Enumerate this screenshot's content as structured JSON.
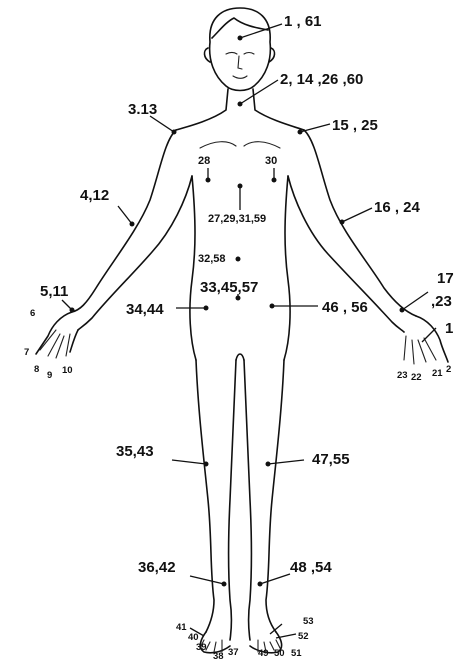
{
  "labels": {
    "l1": "1 , 61",
    "l2": "2, 14 ,26 ,60",
    "l3": "3.13",
    "l4": "15 , 25",
    "l5": "28",
    "l6": "30",
    "l7": "27,29,31,59",
    "l8": "4,12",
    "l9": "16 , 24",
    "l10": "32,58",
    "l11": "33,45,57",
    "l12": "5,11",
    "l13": "17",
    "l14": ",23",
    "l15": "34,44",
    "l16": "46 , 56",
    "l17": "6",
    "l18": "7",
    "l19": "8",
    "l20": "9",
    "l21": "10",
    "l22": "1",
    "l23": "23",
    "l24": "22",
    "l25": "21",
    "l26": "2",
    "l27": "35,43",
    "l28": "47,55",
    "l29": "36,42",
    "l30": "48 ,54",
    "l31": "41",
    "l32": "40",
    "l33": "39",
    "l34": "38",
    "l35": "37",
    "l36": "53",
    "l37": "52",
    "l38": "49",
    "l39": "50",
    "l40": "51"
  }
}
